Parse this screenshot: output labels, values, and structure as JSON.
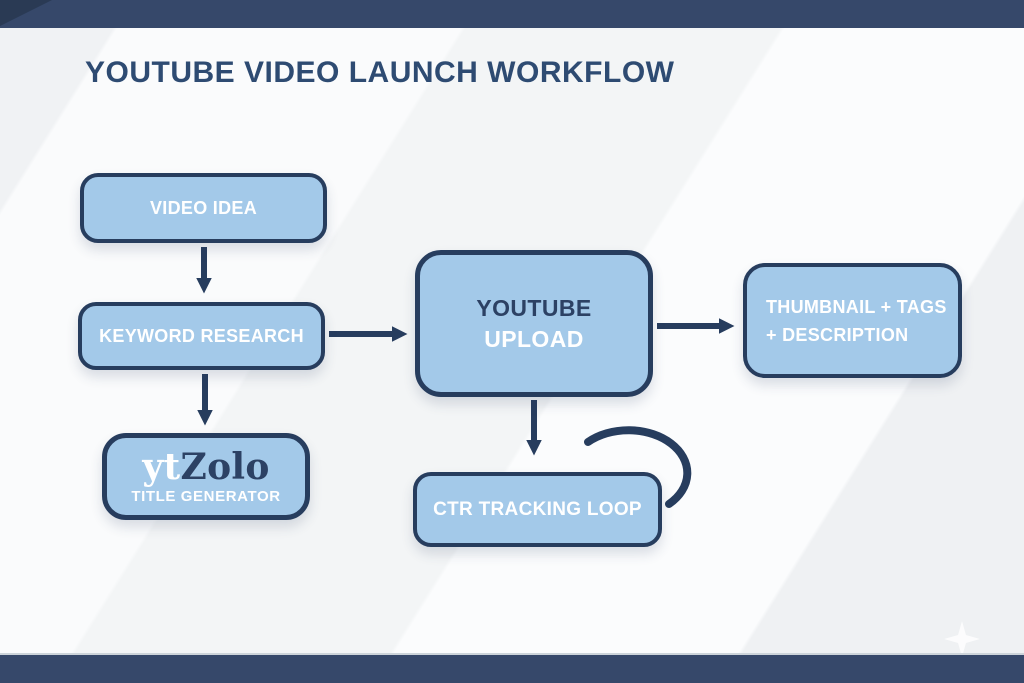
{
  "slide_title": "YOUTUBE VIDEO LAUNCH WORKFLOW",
  "nodes": {
    "video_idea": {
      "label": "VIDEO IDEA"
    },
    "keyword_research": {
      "label": "KEYWORD RESEARCH"
    },
    "title_generator": {
      "brand_prefix": "yt",
      "brand_suffix": "Zolo",
      "label": "TITLE GENERATOR"
    },
    "youtube_upload": {
      "line1": "YOUTUBE",
      "line2": "UPLOAD"
    },
    "thumbnail_tags": {
      "line1": "THUMBNAIL + TAGS",
      "line2": "+ DESCRIPTION"
    },
    "ctr_tracking": {
      "label": "CTR TRACKING LOOP"
    }
  },
  "edges": [
    {
      "from": "VIDEO IDEA",
      "to": "KEYWORD RESEARCH",
      "type": "arrow-down"
    },
    {
      "from": "KEYWORD RESEARCH",
      "to": "ytZolo TITLE GENERATOR",
      "type": "arrow-down"
    },
    {
      "from": "KEYWORD RESEARCH",
      "to": "YOUTUBE UPLOAD",
      "type": "arrow-right"
    },
    {
      "from": "YOUTUBE UPLOAD",
      "to": "THUMBNAIL + TAGS + DESCRIPTION",
      "type": "arrow-right"
    },
    {
      "from": "YOUTUBE UPLOAD",
      "to": "CTR TRACKING LOOP",
      "type": "arrow-down"
    },
    {
      "from": "CTR TRACKING LOOP",
      "to": "CTR TRACKING LOOP",
      "type": "self-loop"
    }
  ],
  "colors": {
    "bar_navy": "#36486a",
    "line_navy": "#273d5e",
    "box_fill": "#a3c9e9",
    "box_border": "#273d5e",
    "title_text": "#2e4b72",
    "box_text_white": "#ffffff",
    "box_text_navy": "#2c4164",
    "background": "#f3f5f6"
  }
}
